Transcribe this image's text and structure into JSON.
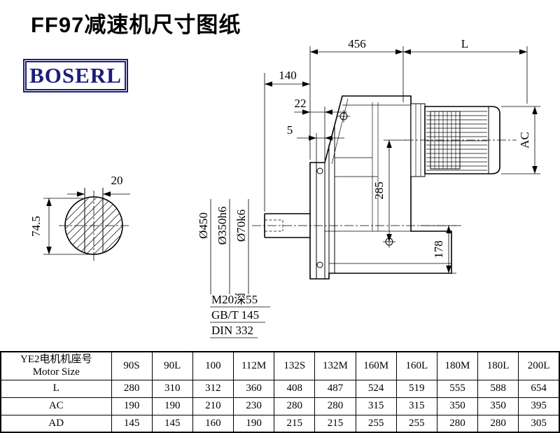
{
  "page": {
    "title": "FF97减速机尺寸图纸",
    "logo": "BOSERL"
  },
  "drawing": {
    "dims": {
      "overall_456": "456",
      "motor_length_L": "L",
      "shaft_len_140": "140",
      "flange_22": "22",
      "recess_5": "5",
      "key_width_20": "20",
      "key_height_74_5": "74.5",
      "center_285": "285",
      "base_178": "178",
      "motor_ac": "AC",
      "flange_dia": "Ø450",
      "spigot_dia": "Ø350h6",
      "shaft_dia": "Ø70k6"
    },
    "notes": {
      "tap": "M20深55",
      "gb": "GB/T 145",
      "din": "DIN 332"
    }
  },
  "table": {
    "header_cn": "YE2电机机座号",
    "header_en": "Motor Size",
    "columns": [
      "90S",
      "90L",
      "100",
      "112M",
      "132S",
      "132M",
      "160M",
      "160L",
      "180M",
      "180L",
      "200L"
    ],
    "rows": [
      {
        "label": "L",
        "values": [
          280,
          310,
          312,
          360,
          408,
          487,
          524,
          519,
          555,
          588,
          654
        ]
      },
      {
        "label": "AC",
        "values": [
          190,
          190,
          210,
          230,
          280,
          280,
          315,
          315,
          350,
          350,
          395
        ]
      },
      {
        "label": "AD",
        "values": [
          145,
          145,
          160,
          190,
          215,
          215,
          255,
          255,
          280,
          280,
          305
        ]
      }
    ]
  }
}
